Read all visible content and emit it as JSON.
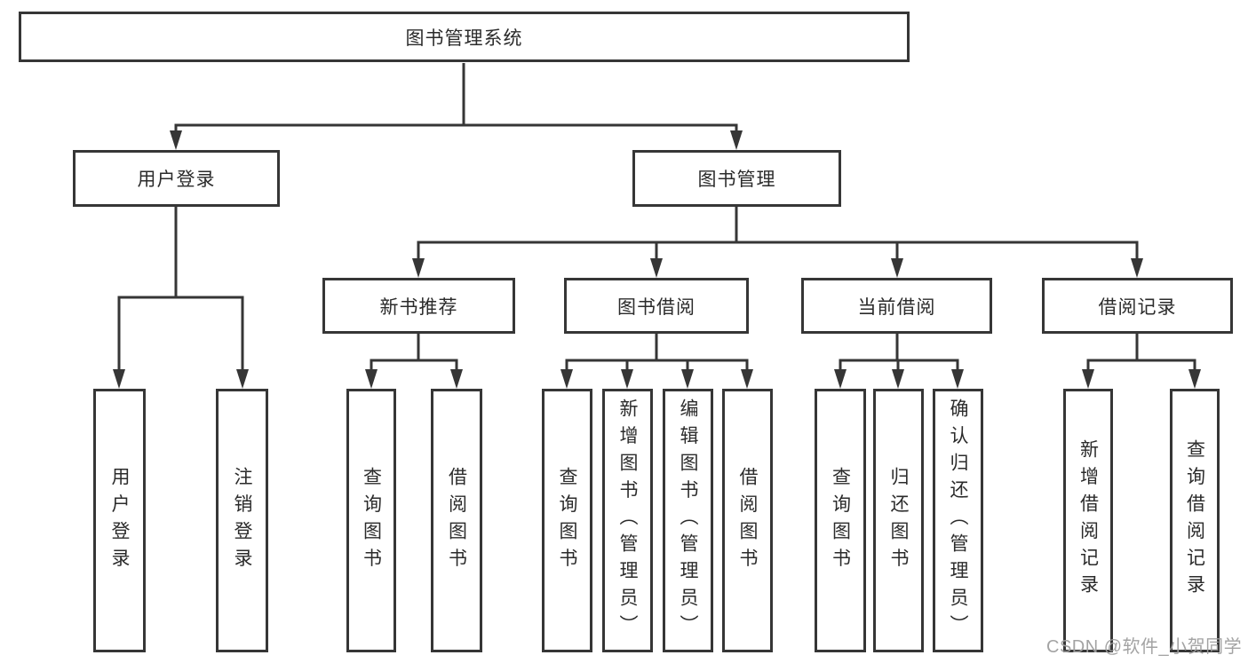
{
  "diagram_title": "图书管理系统",
  "nodes": {
    "root": "图书管理系统",
    "user_login": "用户登录",
    "book_management": "图书管理",
    "new_book_recommend": "新书推荐",
    "book_borrow": "图书借阅",
    "current_borrow": "当前借阅",
    "borrow_record": "借阅记录",
    "leaf_user_login": "用户登录",
    "leaf_logout": "注销登录",
    "nb_query_book": "查询图书",
    "nb_borrow_book": "借阅图书",
    "bb_query_book": "查询图书",
    "bb_add_book": "新增图书（管理员）",
    "bb_edit_book": "编辑图书（管理员）",
    "bb_borrow_book": "借阅图书",
    "cb_query_book": "查询图书",
    "cb_return_book": "归还图书",
    "cb_confirm_return": "确认归还（管理员）",
    "br_add_record": "新增借阅记录",
    "br_query_record": "查询借阅记录"
  },
  "hierarchy": {
    "图书管理系统": {
      "用户登录": [
        "用户登录",
        "注销登录"
      ],
      "图书管理": {
        "新书推荐": [
          "查询图书",
          "借阅图书"
        ],
        "图书借阅": [
          "查询图书",
          "新增图书（管理员）",
          "编辑图书（管理员）",
          "借阅图书"
        ],
        "当前借阅": [
          "查询图书",
          "归还图书",
          "确认归还（管理员）"
        ],
        "借阅记录": [
          "新增借阅记录",
          "查询借阅记录"
        ]
      }
    }
  },
  "watermark": "CSDN @软件_小贺同学",
  "colors": {
    "line": "#363636",
    "text": "#2b2b2b",
    "background": "#ffffff",
    "watermark": "#9f9f9f"
  }
}
